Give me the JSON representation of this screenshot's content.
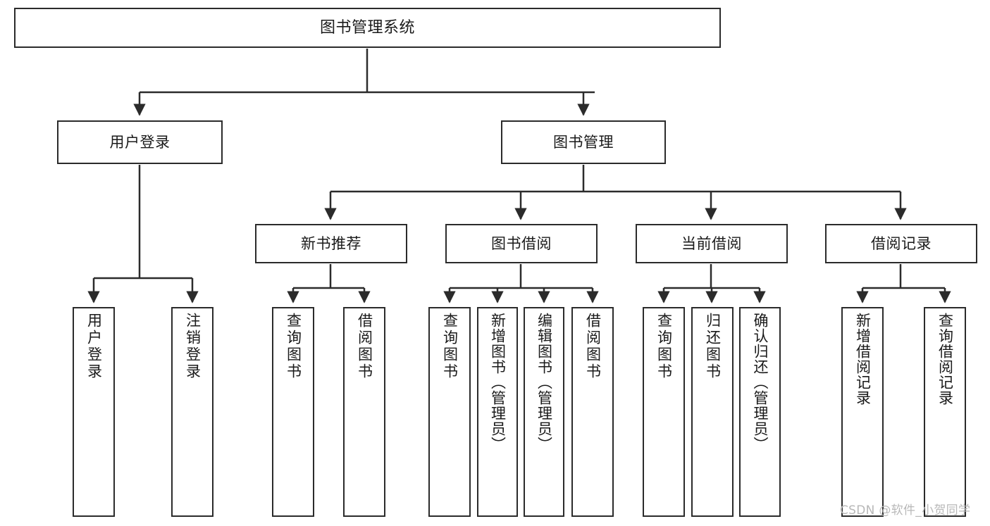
{
  "diagram": {
    "type": "tree-hierarchy",
    "title": "图书管理系统",
    "watermark": "CSDN @软件_小贺同学",
    "colors": {
      "border": "#2b2b2b",
      "background": "#ffffff",
      "text": "#1a1a1a",
      "watermark": "#b8b8b8"
    },
    "root": {
      "label": "图书管理系统"
    },
    "level2": [
      {
        "label": "用户登录"
      },
      {
        "label": "图书管理"
      }
    ],
    "level3": [
      {
        "label": "新书推荐"
      },
      {
        "label": "图书借阅"
      },
      {
        "label": "当前借阅"
      },
      {
        "label": "借阅记录"
      }
    ],
    "leaves": {
      "user_login": [
        {
          "label": "用户登录"
        },
        {
          "label": "注销登录"
        }
      ],
      "new_book": [
        {
          "label": "查询图书"
        },
        {
          "label": "借阅图书"
        }
      ],
      "borrow_book": [
        {
          "label": "查询图书"
        },
        {
          "label": "新增图书（管理员）"
        },
        {
          "label": "编辑图书（管理员）"
        },
        {
          "label": "借阅图书"
        }
      ],
      "current_borrow": [
        {
          "label": "查询图书"
        },
        {
          "label": "归还图书"
        },
        {
          "label": "确认归还（管理员）"
        }
      ],
      "borrow_record": [
        {
          "label": "新增借阅记录"
        },
        {
          "label": "查询借阅记录"
        }
      ]
    }
  }
}
